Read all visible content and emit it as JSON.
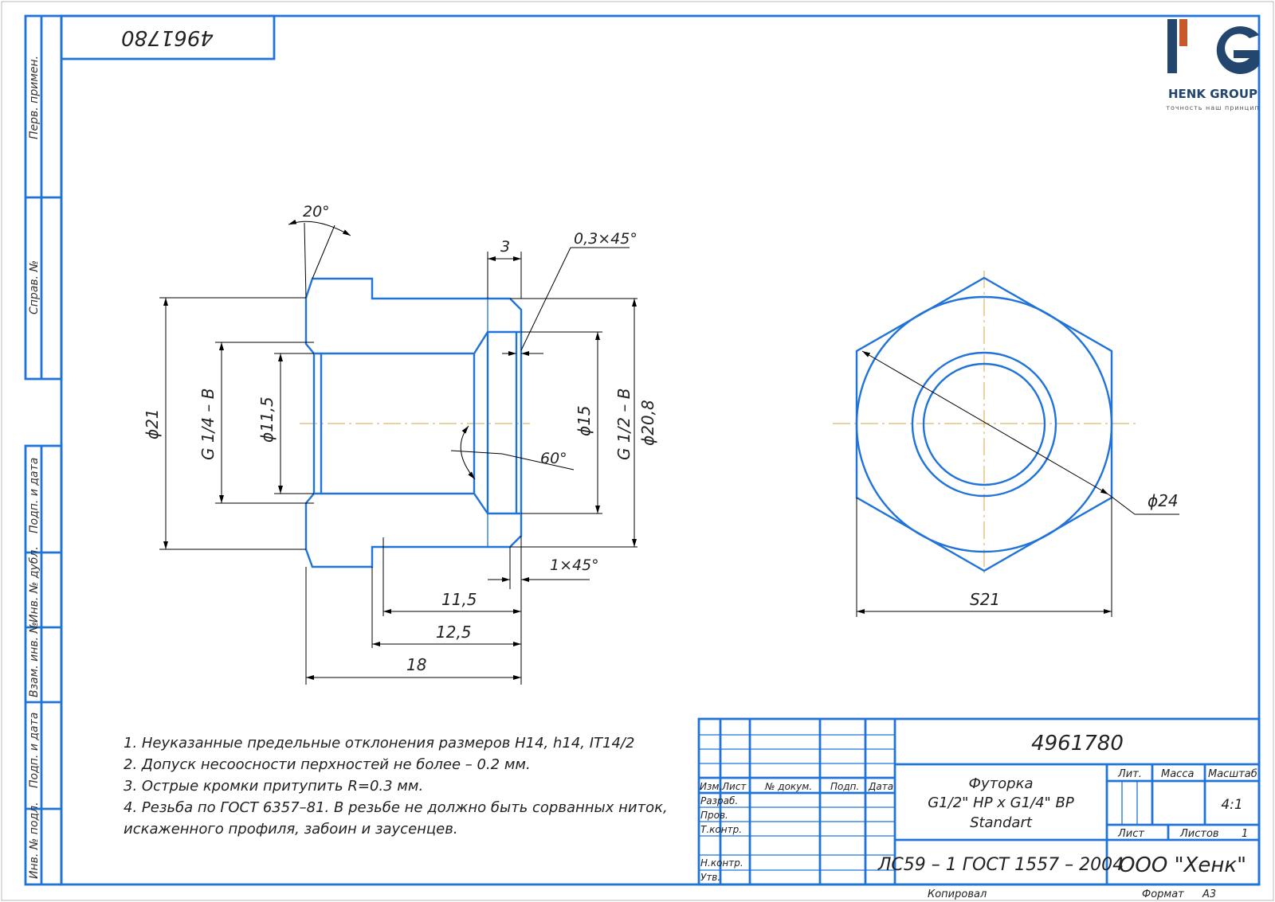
{
  "sheet": {
    "top_code": "4961780",
    "side_labels": [
      "Перв. примен.",
      "Справ. №",
      "Подп. и дата",
      "Инв. № дубл.",
      "Взам. инв. №",
      "Подп. и дата",
      "Инв. № подл."
    ],
    "logo": {
      "letters": "HG",
      "name": "HENK GROUP",
      "tagline": "точность наш принцип",
      "accent_color": "#c8592b",
      "brand_color": "#23466f"
    },
    "line_color": "#1f73d9",
    "axis_color": "#d9a441"
  },
  "dimensions": {
    "angle_top": "20°",
    "chamfer_top": "0,3×45°",
    "width_3": "3",
    "dia_21": "ϕ21",
    "thread_small": "G 1/4 – B",
    "dia_11_5": "ϕ11,5",
    "dia_15": "ϕ15",
    "thread_large": "G 1/2 – B",
    "dia_20_8": "ϕ20,8",
    "angle_60": "60°",
    "chamfer_bottom": "1×45°",
    "len_11_5": "11,5",
    "len_12_5": "12,5",
    "len_18": "18",
    "dia_24": "ϕ24",
    "hex_s21": "S21"
  },
  "notes": [
    "1. Неуказанные предельные отклонения размеров H14, h14, IT14/2",
    "2. Допуск несоосности перхностей не более – 0.2 мм.",
    "3. Острые кромки притупить R=0.3 мм.",
    "4. Резьба по ГОСТ 6357–81. В резьбе не должно быть сорванных ниток,",
    "искаженного профиля, забоин и заусенцев."
  ],
  "title_block": {
    "doc_number": "4961780",
    "name_line1": "Футорка",
    "name_line2": "G1/2\" НР х G1/4\" ВР",
    "name_line3": "Standart",
    "material": "ЛС59 – 1 ГОСТ 1557 – 2004",
    "company": "ООО \"Хенк\"",
    "col_izm": "Изм.",
    "col_list": "Лист",
    "col_dokum": "№ докум.",
    "col_podp": "Подп.",
    "col_data": "Дата",
    "row_razrab": "Разраб.",
    "row_prov": "Пров.",
    "row_tkontr": "Т.контр.",
    "row_nkontr": "Н.контр.",
    "row_utv": "Утв.",
    "lit": "Лит.",
    "massa": "Масса",
    "masshtab": "Масштаб",
    "scale_value": "4:1",
    "list": "Лист",
    "listov": "Листов",
    "listov_value": "1",
    "kopiroval": "Копировал",
    "format": "Формат",
    "format_value": "А3"
  }
}
